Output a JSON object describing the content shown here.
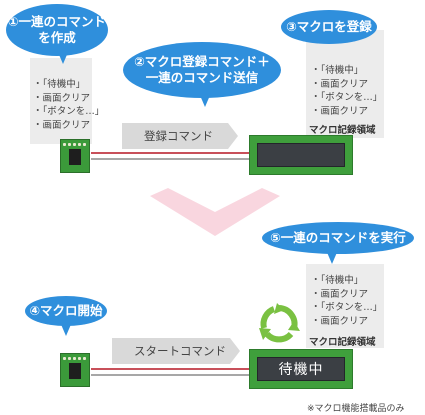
{
  "bubbles": {
    "step1": "①一連のコマンド\nを作成",
    "step2": "②マクロ登録コマンド＋\n一連のコマンド送信",
    "step3": "③マクロを登録",
    "step4": "④マクロ開始",
    "step5": "⑤一連のコマンドを実行"
  },
  "lists": {
    "commands_left": [
      "「待機中」",
      "画面クリア",
      "「ボタンを…」",
      "画面クリア"
    ],
    "commands_top_right": [
      "「待機中」",
      "画面クリア",
      "「ボタンを…」",
      "画面クリア"
    ],
    "commands_bottom_right": [
      "「待機中」",
      "画面クリア",
      "「ボタンを…」",
      "画面クリア"
    ]
  },
  "captions": {
    "macro_area_top": "マクロ記録領域",
    "macro_area_bottom": "マクロ記録領域"
  },
  "arrows": {
    "register_command": "登録コマンド",
    "start_command": "スタートコマンド"
  },
  "lcd": {
    "top_display": "",
    "bottom_display": "待機中"
  },
  "footnote": "※マクロ機能搭載品のみ",
  "colors": {
    "bubble_blue": "#2f8fdc",
    "panel_gray": "#ececec",
    "pcb_green": "#3b9a3a",
    "wire_red": "#c8505a",
    "transition_pink": "#f9d6df",
    "cycle_green": "#7ac142"
  },
  "icons": {
    "transition": "down-chevron-arrow",
    "cycle": "recycle-arrows-icon"
  }
}
